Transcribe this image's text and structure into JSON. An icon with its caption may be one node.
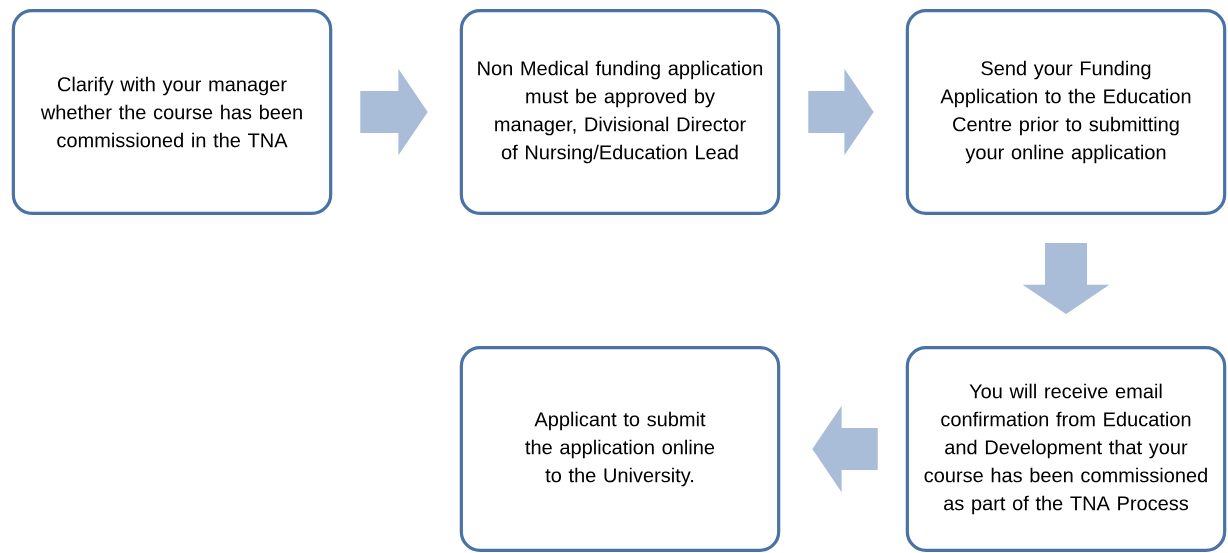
{
  "diagram": {
    "nodes": [
      {
        "text": [
          "Clarify with your manager whether the course has been commissioned in the TNA"
        ]
      },
      {
        "text": [
          "Non Medical funding application must be approved by manager, Divisional Director of Nursing/Education Lead"
        ]
      },
      {
        "text": [
          "Send your Funding Application to the Education Centre prior to submitting your online application"
        ]
      },
      {
        "text": [
          "You will receive email confirmation from Education and Development that your course has been commissioned as part of the TNA Process"
        ]
      },
      {
        "text": [
          "Applicant to submit the application online to the University."
        ]
      }
    ],
    "edges": [
      {
        "from": 0,
        "to": 1,
        "arrow": "to"
      },
      {
        "from": 1,
        "to": 2,
        "arrow": "to"
      },
      {
        "from": 2,
        "to": 3,
        "arrow": "to"
      },
      {
        "from": 3,
        "to": 4,
        "arrow": "to"
      }
    ]
  }
}
